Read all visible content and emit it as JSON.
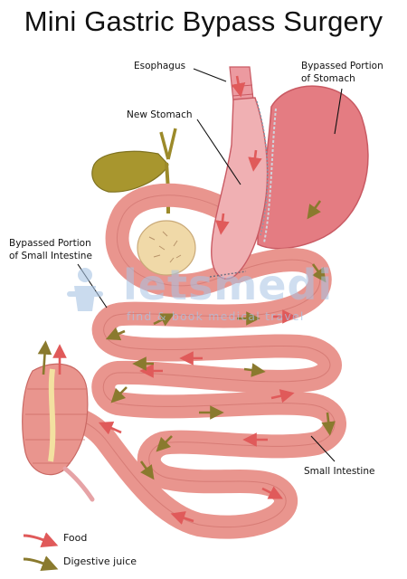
{
  "title": "Mini Gastric Bypass Surgery",
  "labels": {
    "esophagus": "Esophagus",
    "bypassed_stomach_line1": "Bypassed Portion",
    "bypassed_stomach_line2": "of Stomach",
    "new_stomach": "New Stomach",
    "bypassed_intestine_line1": "Bypassed Portion",
    "bypassed_intestine_line2": "of Small Intestine",
    "small_intestine": "Small Intestine"
  },
  "watermark": {
    "name": "letsmedi",
    "tagline": "find & book medical travel"
  },
  "legend": [
    {
      "label": "Food",
      "color": "#e05a5a"
    },
    {
      "label": "Digestive juice",
      "color": "#8a7a2e"
    }
  ],
  "colors": {
    "food_arrow": "#e05a5a",
    "juice_arrow": "#8a7a2e",
    "intestine": "#e9958e",
    "stomach": "#e47c82",
    "gallbladder": "#a8962e",
    "pancreas": "#f0d9a8"
  }
}
